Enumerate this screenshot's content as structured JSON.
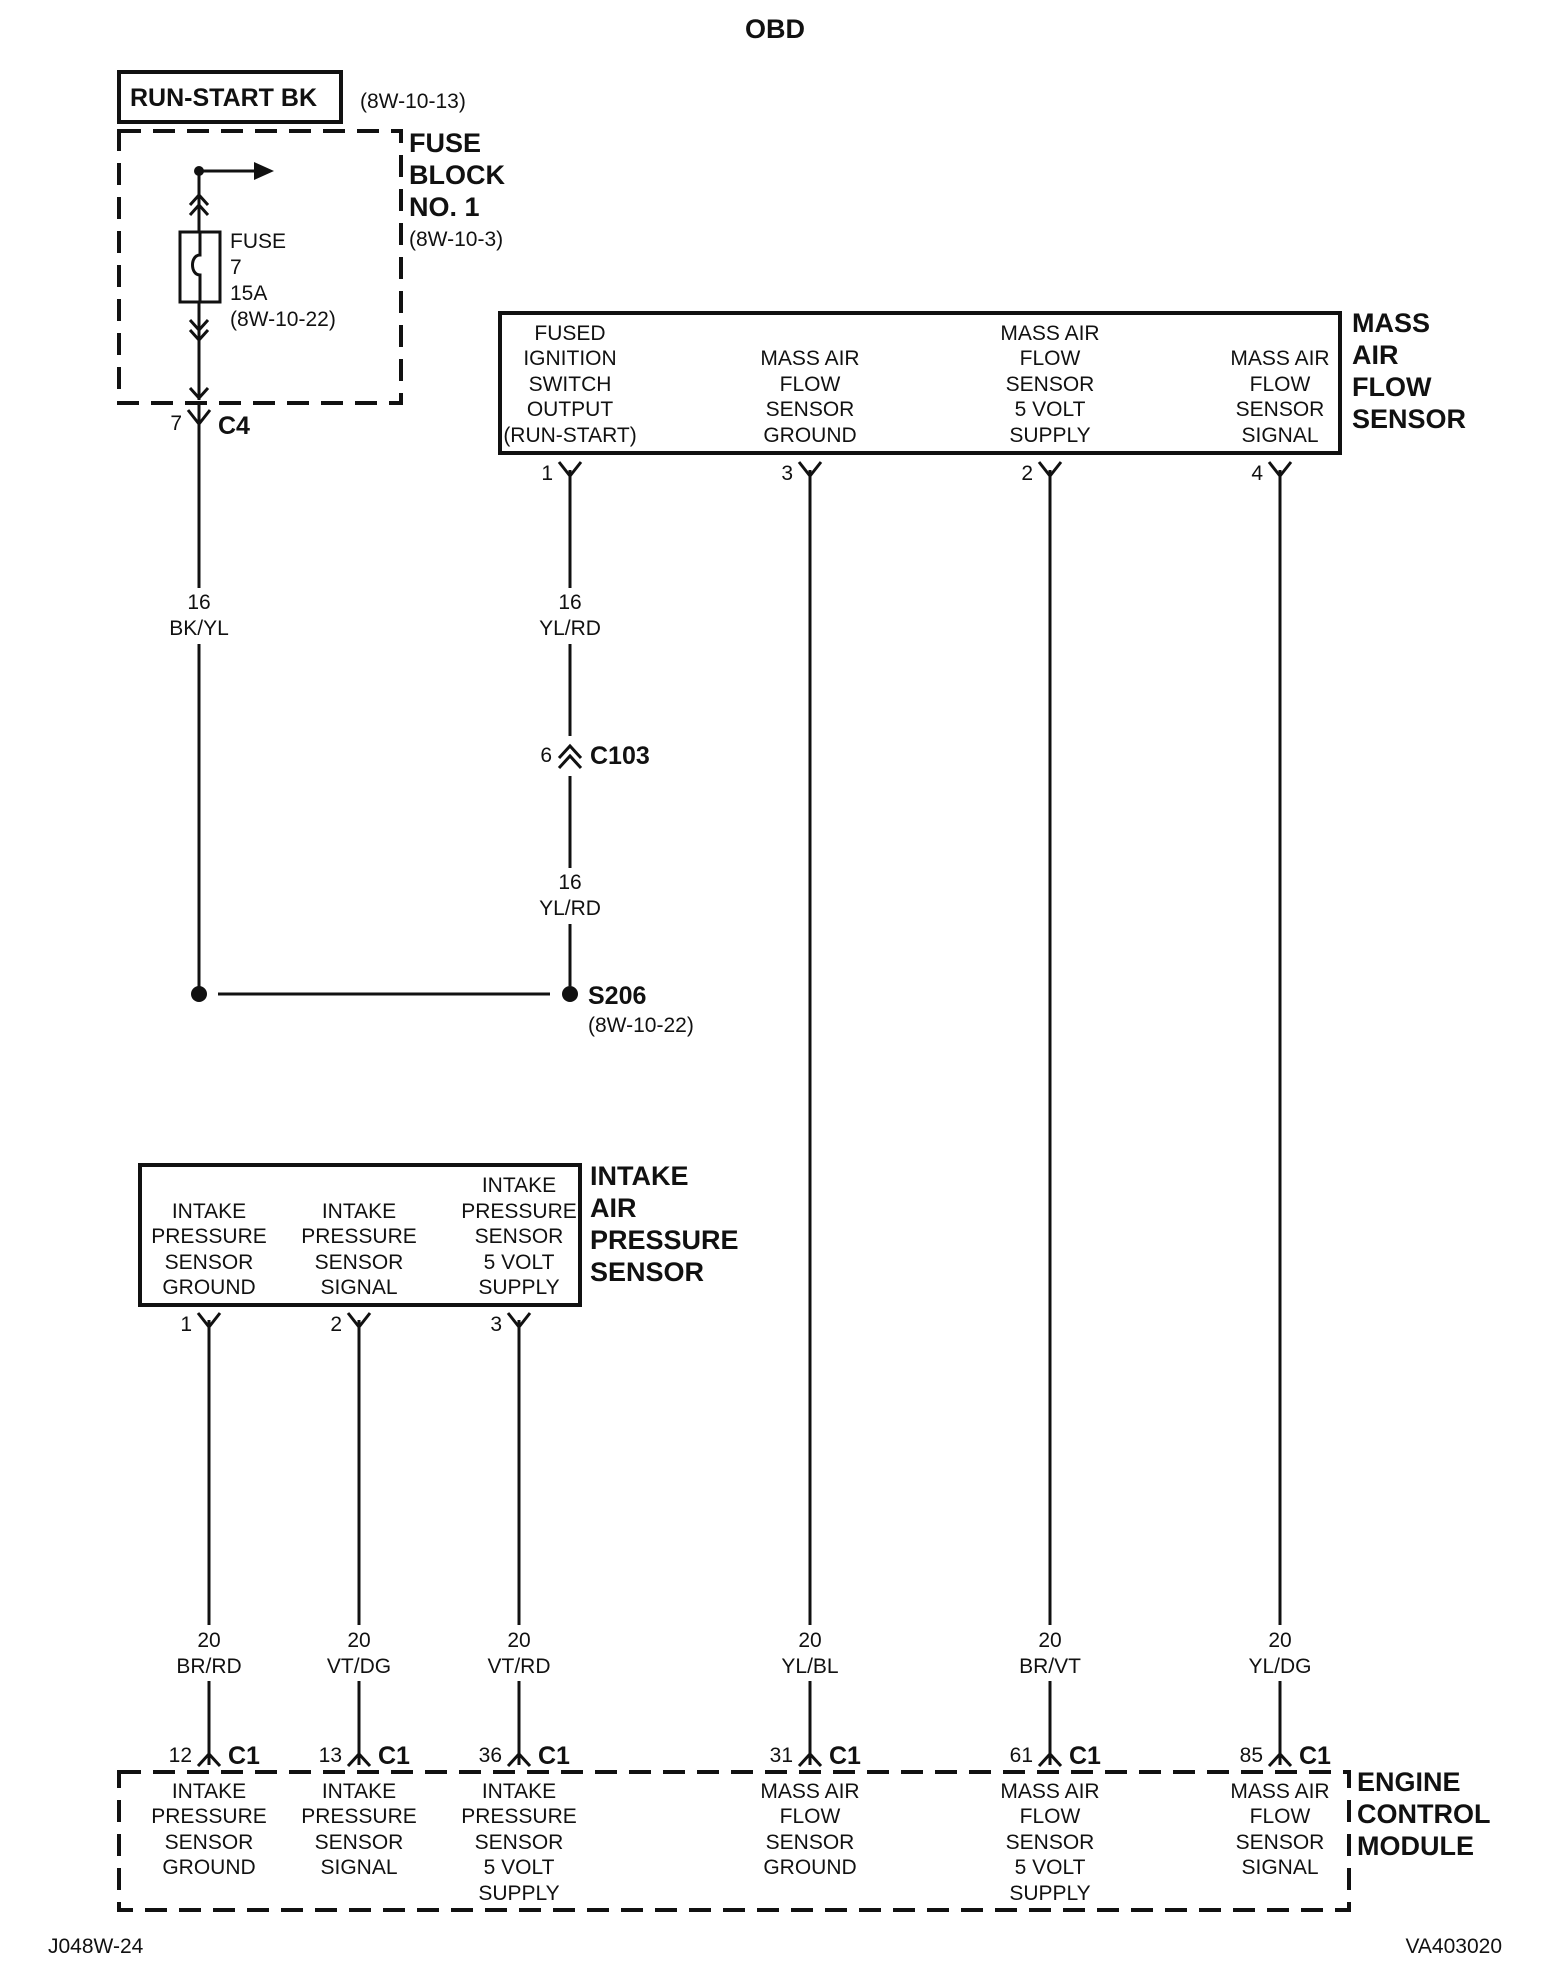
{
  "title": "OBD",
  "footer_left": "J048W-24",
  "footer_right": "VA403020",
  "run_start": {
    "label": "RUN-START BK",
    "ref": "(8W-10-13)"
  },
  "fuse_block": {
    "name": [
      "FUSE",
      "BLOCK",
      "NO. 1"
    ],
    "ref": "(8W-10-3)",
    "fuse_lines": [
      "FUSE",
      "7",
      "15A",
      "(8W-10-22)"
    ]
  },
  "c4": {
    "pin": "7",
    "name": "C4"
  },
  "wire_bkyl": {
    "gauge": "16",
    "color": "BK/YL"
  },
  "wire_yl_rd_upper": {
    "gauge": "16",
    "color": "YL/RD"
  },
  "c103": {
    "pin": "6",
    "name": "C103"
  },
  "wire_yl_rd_lower": {
    "gauge": "16",
    "color": "YL/RD"
  },
  "s206": {
    "name": "S206",
    "ref": "(8W-10-22)"
  },
  "maf": {
    "name": [
      "MASS",
      "AIR",
      "FLOW",
      "SENSOR"
    ],
    "pins": [
      {
        "pin": "1",
        "lines": [
          "FUSED",
          "IGNITION",
          "SWITCH",
          "OUTPUT",
          "(RUN-START)"
        ]
      },
      {
        "pin": "3",
        "lines": [
          "MASS AIR",
          "FLOW",
          "SENSOR",
          "GROUND"
        ]
      },
      {
        "pin": "2",
        "lines": [
          "MASS AIR",
          "FLOW",
          "SENSOR",
          "5 VOLT",
          "SUPPLY"
        ]
      },
      {
        "pin": "4",
        "lines": [
          "MASS AIR",
          "FLOW",
          "SENSOR",
          "SIGNAL"
        ]
      }
    ]
  },
  "iap": {
    "name": [
      "INTAKE",
      "AIR",
      "PRESSURE",
      "SENSOR"
    ],
    "pins": [
      {
        "pin": "1",
        "lines": [
          "INTAKE",
          "PRESSURE",
          "SENSOR",
          "GROUND"
        ]
      },
      {
        "pin": "2",
        "lines": [
          "INTAKE",
          "PRESSURE",
          "SENSOR",
          "SIGNAL"
        ]
      },
      {
        "pin": "3",
        "lines": [
          "INTAKE",
          "PRESSURE",
          "SENSOR",
          "5 VOLT",
          "SUPPLY"
        ]
      }
    ]
  },
  "wires": [
    {
      "gauge": "20",
      "color": "BR/RD"
    },
    {
      "gauge": "20",
      "color": "VT/DG"
    },
    {
      "gauge": "20",
      "color": "VT/RD"
    },
    {
      "gauge": "20",
      "color": "YL/BL"
    },
    {
      "gauge": "20",
      "color": "BR/VT"
    },
    {
      "gauge": "20",
      "color": "YL/DG"
    }
  ],
  "ecm": {
    "name": [
      "ENGINE",
      "CONTROL",
      "MODULE"
    ],
    "pins": [
      {
        "pin": "12",
        "conn": "C1",
        "lines": [
          "INTAKE",
          "PRESSURE",
          "SENSOR",
          "GROUND"
        ]
      },
      {
        "pin": "13",
        "conn": "C1",
        "lines": [
          "INTAKE",
          "PRESSURE",
          "SENSOR",
          "SIGNAL"
        ]
      },
      {
        "pin": "36",
        "conn": "C1",
        "lines": [
          "INTAKE",
          "PRESSURE",
          "SENSOR",
          "5 VOLT",
          "SUPPLY"
        ]
      },
      {
        "pin": "31",
        "conn": "C1",
        "lines": [
          "MASS AIR",
          "FLOW",
          "SENSOR",
          "GROUND"
        ]
      },
      {
        "pin": "61",
        "conn": "C1",
        "lines": [
          "MASS AIR",
          "FLOW",
          "SENSOR",
          "5 VOLT",
          "SUPPLY"
        ]
      },
      {
        "pin": "85",
        "conn": "C1",
        "lines": [
          "MASS AIR",
          "FLOW",
          "SENSOR",
          "SIGNAL"
        ]
      }
    ]
  }
}
